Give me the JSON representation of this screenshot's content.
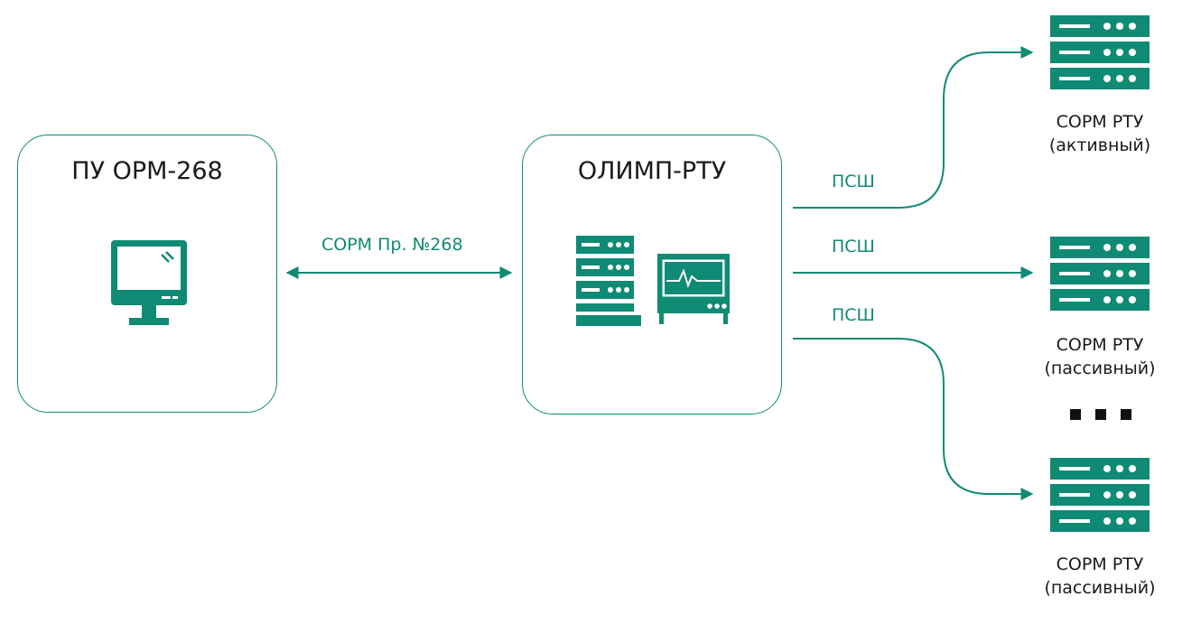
{
  "colors": {
    "accent": "#0f8a74",
    "text": "#1a1a1a"
  },
  "left_box": {
    "title": "ПУ ОРМ-268",
    "icon": "monitor-icon"
  },
  "center_box": {
    "title": "ОЛИМП-РТУ",
    "icons": [
      "server-rack-icon",
      "oscilloscope-icon"
    ]
  },
  "link_center": {
    "label": "СОРМ Пр. №268"
  },
  "links_right": [
    {
      "label": "ПСШ"
    },
    {
      "label": "ПСШ"
    },
    {
      "label": "ПСШ"
    }
  ],
  "nodes": [
    {
      "line1": "СОРМ РТУ",
      "line2": "(активный)",
      "icon": "server-icon"
    },
    {
      "line1": "СОРМ РТУ",
      "line2": "(пассивный)",
      "icon": "server-icon"
    },
    {
      "line1": "СОРМ РТУ",
      "line2": "(пассивный)",
      "icon": "server-icon"
    }
  ],
  "ellipsis": {
    "icon": "ellipsis-dots"
  }
}
